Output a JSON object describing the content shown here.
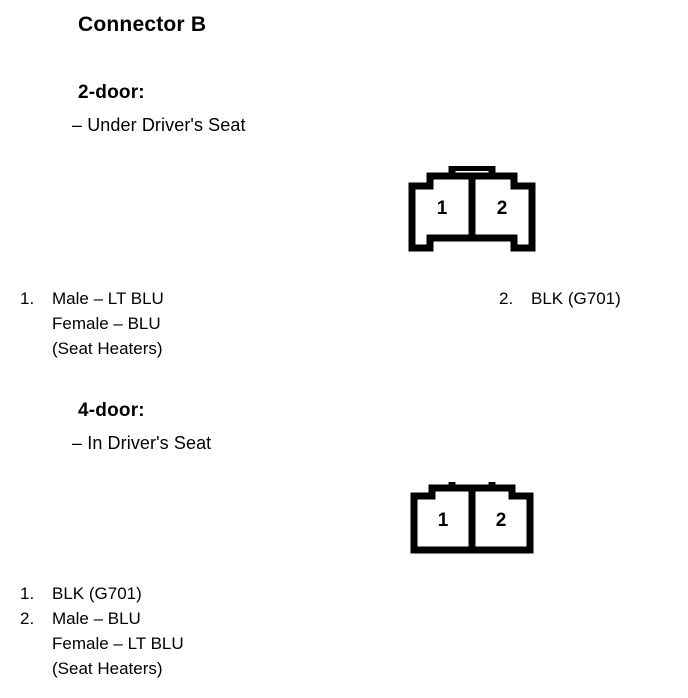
{
  "document": {
    "title": "Connector B"
  },
  "sections": [
    {
      "id": "two-door",
      "heading": "2-door:",
      "location": "– Under Driver's Seat",
      "connector": {
        "name": "connector-b-2-door",
        "style": "flanged",
        "top_tab": "slotted",
        "cavities": [
          {
            "number": "1"
          },
          {
            "number": "2"
          }
        ]
      },
      "legend_left": [
        {
          "number": "1.",
          "lines": [
            "Male – LT BLU",
            "Female – BLU",
            "(Seat Heaters)"
          ]
        }
      ],
      "legend_right": [
        {
          "number": "2.",
          "lines": [
            "BLK (G701)"
          ]
        }
      ]
    },
    {
      "id": "four-door",
      "heading": "4-door:",
      "location": "– In Driver's Seat",
      "connector": {
        "name": "connector-b-4-door",
        "style": "plain",
        "top_tab": "open",
        "cavities": [
          {
            "number": "1"
          },
          {
            "number": "2"
          }
        ]
      },
      "legend_left": [
        {
          "number": "1.",
          "lines": [
            "BLK (G701)"
          ]
        },
        {
          "number": "2.",
          "lines": [
            "Male – BLU",
            "Female – LT BLU",
            "(Seat Heaters)"
          ]
        }
      ],
      "legend_right": []
    }
  ],
  "colors": {
    "ink": "#000000",
    "paper": "#ffffff"
  }
}
